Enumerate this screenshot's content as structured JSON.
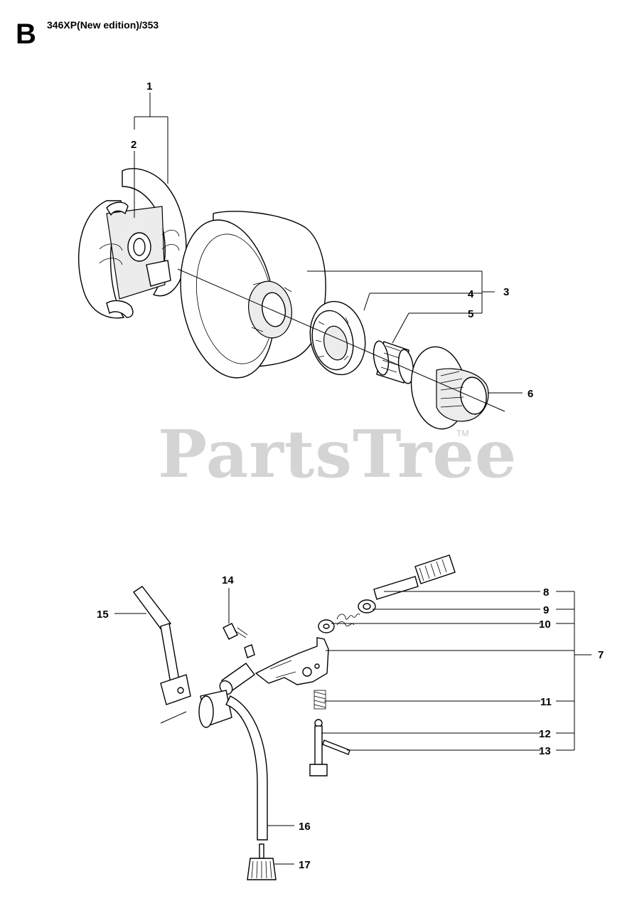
{
  "header": {
    "section_letter": "B",
    "model": "346XP(New edition)/353"
  },
  "watermark": {
    "text": "PartsTree",
    "trademark": "TM"
  },
  "callouts": {
    "c1": "1",
    "c2": "2",
    "c3": "3",
    "c4": "4",
    "c5": "5",
    "c6": "6",
    "c7": "7",
    "c8": "8",
    "c9": "9",
    "c10": "10",
    "c11": "11",
    "c12": "12",
    "c13": "13",
    "c14": "14",
    "c15": "15",
    "c16": "16",
    "c17": "17"
  }
}
